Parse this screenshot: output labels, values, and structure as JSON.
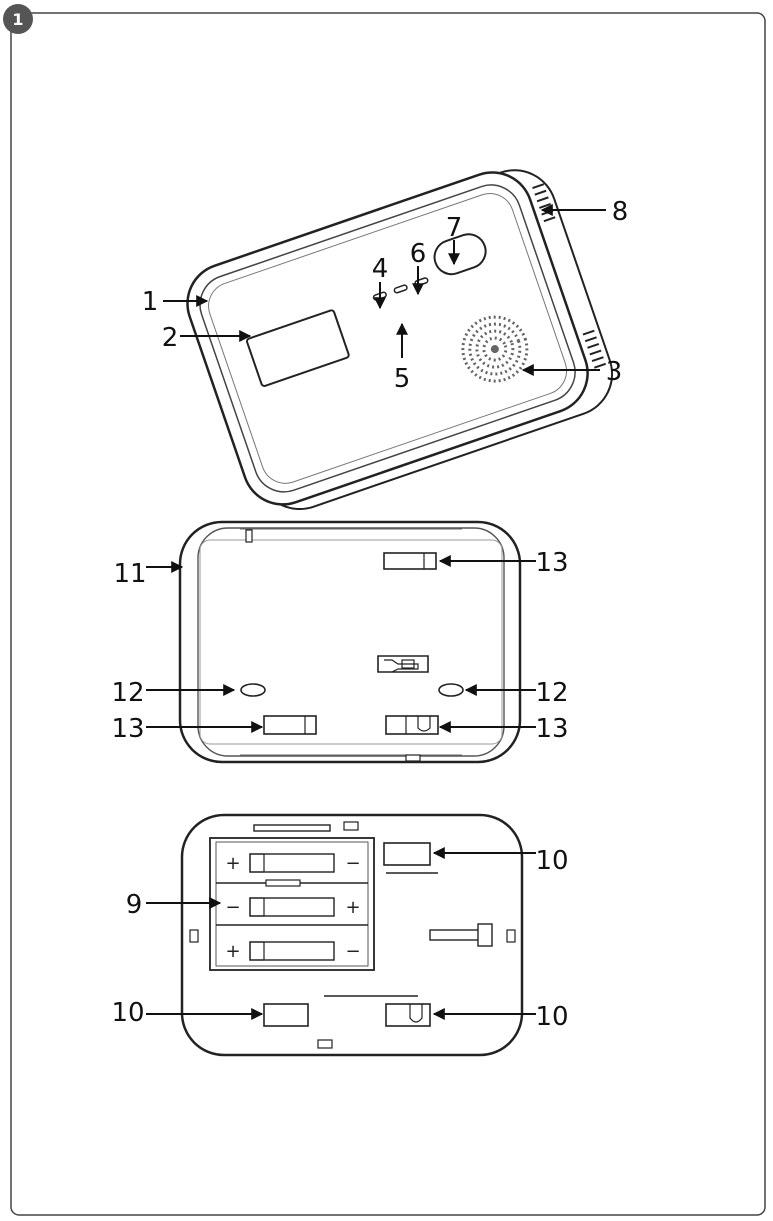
{
  "figure": {
    "badge": "1"
  },
  "callouts": {
    "c1": "1",
    "c2": "2",
    "c3": "3",
    "c4": "4",
    "c5": "5",
    "c6": "6",
    "c7": "7",
    "c8": "8",
    "c9": "9",
    "c10a": "10",
    "c10b": "10",
    "c10c": "10",
    "c11": "11",
    "c12a": "12",
    "c12b": "12",
    "c13a": "13",
    "c13b": "13",
    "c13c": "13"
  },
  "battery_polarity": {
    "row1_left": "+",
    "row1_right": "−",
    "row2_left": "−",
    "row2_right": "+",
    "row3_left": "+",
    "row3_right": "−"
  },
  "colors": {
    "line": "#222222",
    "badge": "#555555"
  }
}
